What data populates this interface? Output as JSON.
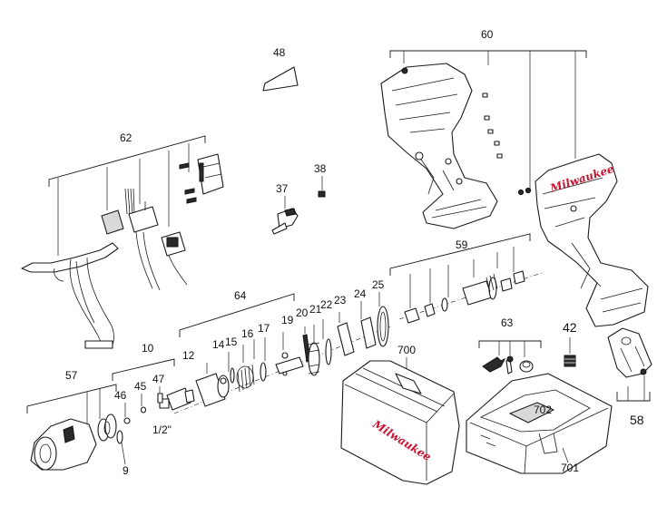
{
  "callouts": {
    "c60": "60",
    "c48": "48",
    "c62": "62",
    "c38": "38",
    "c37": "37",
    "c59": "59",
    "c64": "64",
    "c63": "63",
    "c42": "42",
    "c10": "10",
    "c57": "57",
    "c58": "58",
    "c700": "700",
    "c701": "701",
    "c702": "702",
    "c9": "9",
    "c12": "12",
    "c14": "14",
    "c15": "15",
    "c16": "16",
    "c17": "17",
    "c19": "19",
    "c20": "20",
    "c21": "21",
    "c22": "22",
    "c23": "23",
    "c24": "24",
    "c25": "25",
    "c45": "45",
    "c46": "46",
    "c47": "47"
  },
  "anvil_size": "1/2\"",
  "brand": {
    "logo_text": "Milwaukee",
    "accent_color": "#c8102e"
  }
}
